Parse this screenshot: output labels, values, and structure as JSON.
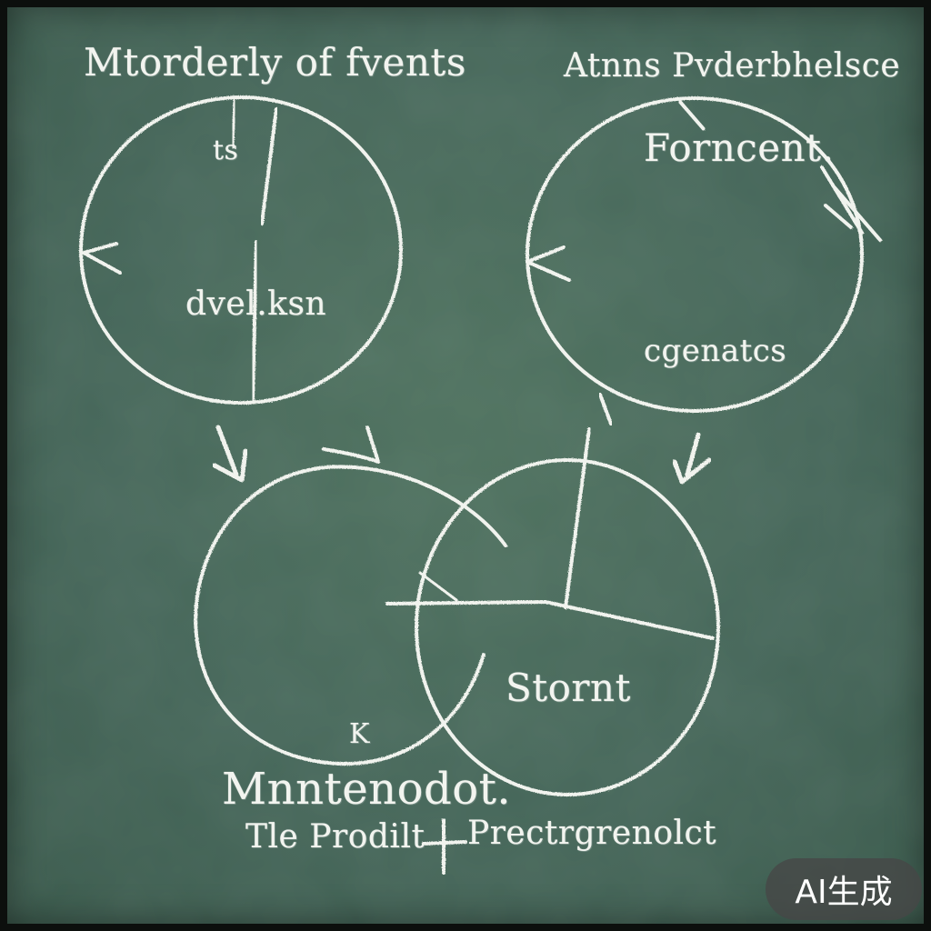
{
  "labels": {
    "top_left_title": "Mtorderly of fvents",
    "top_right_title": "Atnns Pvderbhelsce",
    "circle_tl_upper": "ts",
    "circle_tl_lower": "dvel.ksn",
    "circle_tr_upper": "Forncent.",
    "circle_tr_lower": "cgenatcs",
    "bottom_left_mark": "K",
    "bottom_right_label": "Stornt",
    "bottom_title": "Mnntenodot.",
    "bottom_subtitle_left": "Tle Prodilt",
    "bottom_subtitle_right": "Prectrgrenolct"
  },
  "badge": {
    "text": "AI生成"
  },
  "colors": {
    "board": "#46675a",
    "chalk": "#f1f3ee",
    "frame": "#0c0f0d"
  }
}
